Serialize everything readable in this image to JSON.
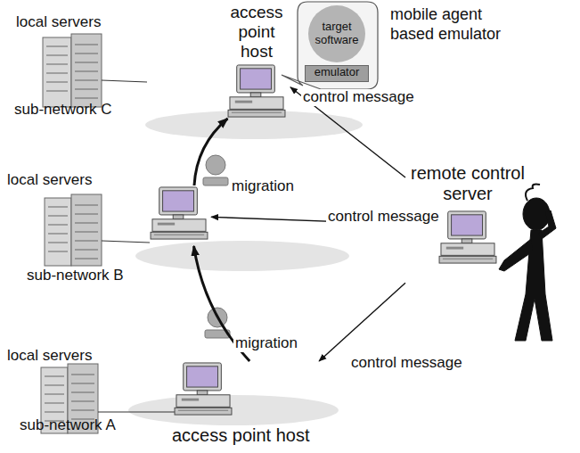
{
  "diagram": {
    "nodes": [
      {
        "text": [
          "access point host"
        ]
      },
      {
        "text": [
          "mobile agent based emulator"
        ]
      },
      {
        "text": [
          "target software"
        ],
        "in": 1
      },
      {
        "text": [
          "emulator"
        ],
        "in": 1
      },
      {
        "text": []
      },
      {
        "text": [
          "access point host"
        ]
      },
      {
        "text": [
          "remote control server"
        ]
      }
    ],
    "edges": [
      {
        "from": 6,
        "to": 0,
        "arrow": "to",
        "label": "control message"
      },
      {
        "from": 6,
        "to": 4,
        "arrow": "to",
        "label": "control message"
      },
      {
        "from": 6,
        "to": 5,
        "arrow": "to",
        "label": "control message"
      },
      {
        "from": 5,
        "to": 4,
        "arrow": "to",
        "label": "migration"
      },
      {
        "from": 4,
        "to": 0,
        "arrow": "to",
        "label": "migration"
      }
    ],
    "labels": [
      "local servers",
      "sub-network C",
      "local servers",
      "sub-network B",
      "local servers",
      "sub-network A"
    ]
  }
}
